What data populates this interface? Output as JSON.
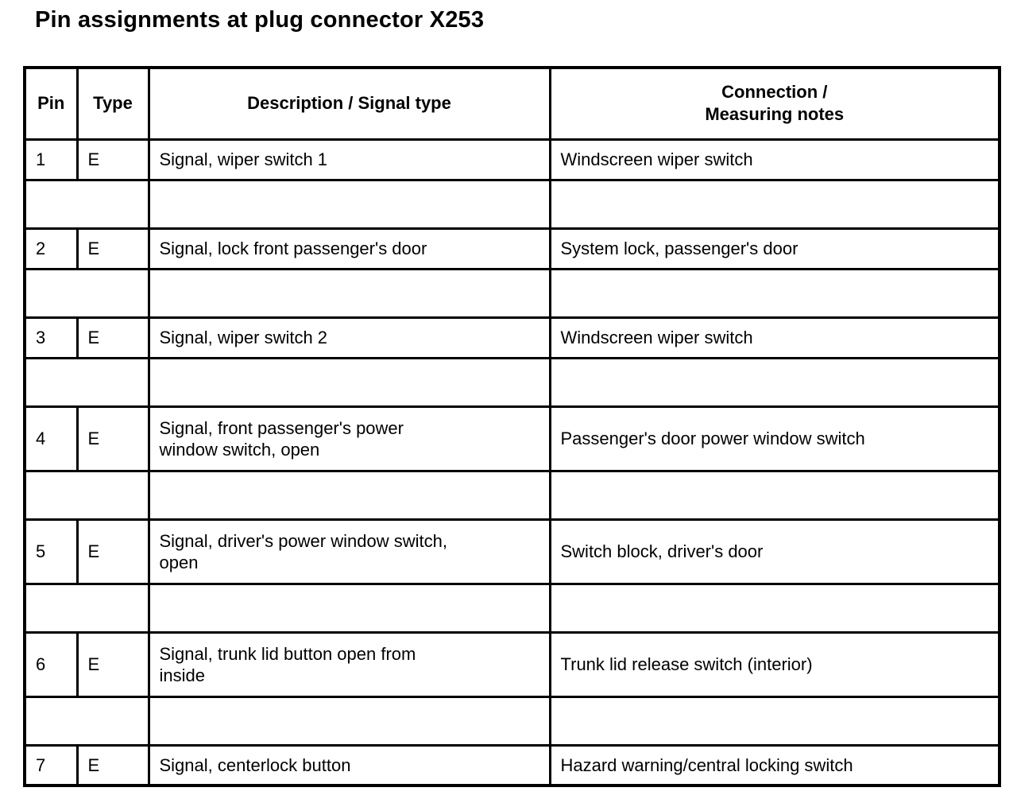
{
  "page": {
    "title": "Pin assignments at plug connector X253"
  },
  "table": {
    "headers": {
      "pin": "Pin",
      "type": "Type",
      "description": "Description / Signal type",
      "connection": "Connection /\nMeasuring notes"
    },
    "rows": [
      {
        "pin": "1",
        "type": "E",
        "description": "Signal, wiper switch 1",
        "connection": "Windscreen wiper switch"
      },
      {
        "pin": "2",
        "type": "E",
        "description": "Signal, lock front passenger's door",
        "connection": "System lock, passenger's door"
      },
      {
        "pin": "3",
        "type": "E",
        "description": "Signal, wiper switch 2",
        "connection": "Windscreen wiper switch"
      },
      {
        "pin": "4",
        "type": "E",
        "description": "Signal, front passenger's power\nwindow switch, open",
        "connection": "Passenger's door power window switch"
      },
      {
        "pin": "5",
        "type": "E",
        "description": "Signal, driver's power window switch,\nopen",
        "connection": "Switch block, driver's door"
      },
      {
        "pin": "6",
        "type": "E",
        "description": "Signal, trunk lid button open from\ninside",
        "connection": "Trunk lid release switch (interior)"
      },
      {
        "pin": "7",
        "type": "E",
        "description": "Signal, centerlock button",
        "connection": "Hazard warning/central locking switch"
      }
    ]
  }
}
